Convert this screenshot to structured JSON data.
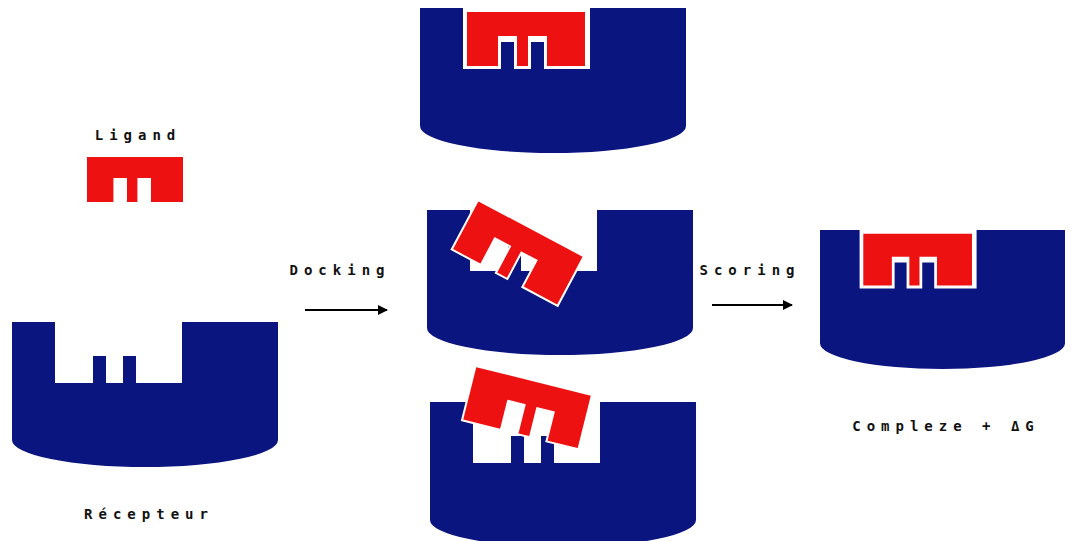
{
  "diagram": {
    "nodes": [
      {
        "text": [
          "Ligand"
        ]
      },
      {
        "text": [
          "Récepteur"
        ]
      },
      {
        "text": [
          "Compleze + ΔG"
        ]
      }
    ],
    "labels": [
      "Docking",
      "Scoring"
    ]
  }
}
